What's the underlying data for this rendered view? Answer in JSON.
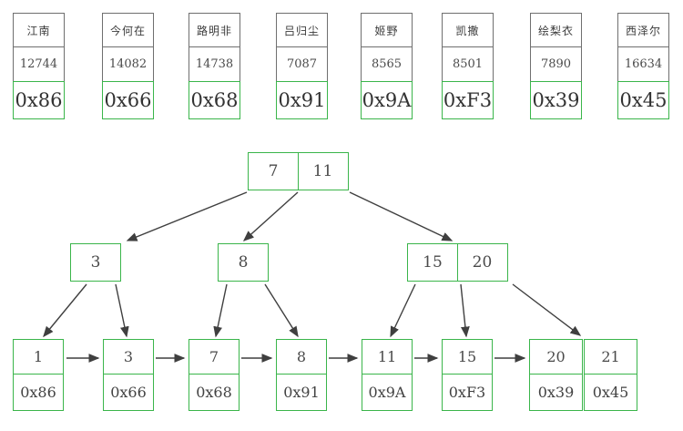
{
  "colors": {
    "accent_green": "#3ab54a",
    "card_border_gray": "#6f6f6f",
    "arrow": "#3f3f3f"
  },
  "records": [
    {
      "name": "江南",
      "value": "12744",
      "hex": "0x86"
    },
    {
      "name": "今何在",
      "value": "14082",
      "hex": "0x66"
    },
    {
      "name": "路明非",
      "value": "14738",
      "hex": "0x68"
    },
    {
      "name": "吕归尘",
      "value": "7087",
      "hex": "0x91"
    },
    {
      "name": "姬野",
      "value": "8565",
      "hex": "0x9A"
    },
    {
      "name": "凯撒",
      "value": "8501",
      "hex": "0xF3"
    },
    {
      "name": "绘梨衣",
      "value": "7890",
      "hex": "0x39"
    },
    {
      "name": "西泽尔",
      "value": "16634",
      "hex": "0x45"
    }
  ],
  "tree": {
    "root": {
      "keys": [
        "7",
        "11"
      ]
    },
    "internal": [
      {
        "keys": [
          "3"
        ]
      },
      {
        "keys": [
          "8"
        ]
      },
      {
        "keys": [
          "15",
          "20"
        ]
      }
    ],
    "leaves": [
      {
        "key": "1",
        "hex": "0x86"
      },
      {
        "key": "3",
        "hex": "0x66"
      },
      {
        "key": "7",
        "hex": "0x68"
      },
      {
        "key": "8",
        "hex": "0x91"
      },
      {
        "key": "11",
        "hex": "0x9A"
      },
      {
        "key": "15",
        "hex": "0xF3"
      },
      {
        "key": "20",
        "hex": "0x39"
      },
      {
        "key": "21",
        "hex": "0x45"
      }
    ]
  }
}
